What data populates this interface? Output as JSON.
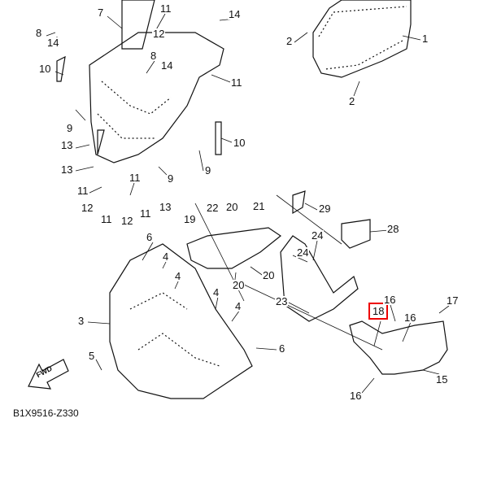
{
  "diagram_code": "B1X9516-Z330",
  "direction_marker": "FWD",
  "highlighted_part": "18",
  "highlight_color": "#e00000",
  "callouts": [
    "7",
    "11",
    "8",
    "14",
    "12",
    "14",
    "8",
    "14",
    "2",
    "1",
    "2",
    "10",
    "11",
    "9",
    "13",
    "13",
    "10",
    "9",
    "9",
    "11",
    "11",
    "12",
    "11",
    "12",
    "11",
    "13",
    "22",
    "20",
    "21",
    "29",
    "19",
    "28",
    "6",
    "4",
    "24",
    "24",
    "20",
    "20",
    "4",
    "4",
    "4",
    "23",
    "3",
    "18",
    "16",
    "16",
    "17",
    "5",
    "6",
    "15",
    "16"
  ]
}
